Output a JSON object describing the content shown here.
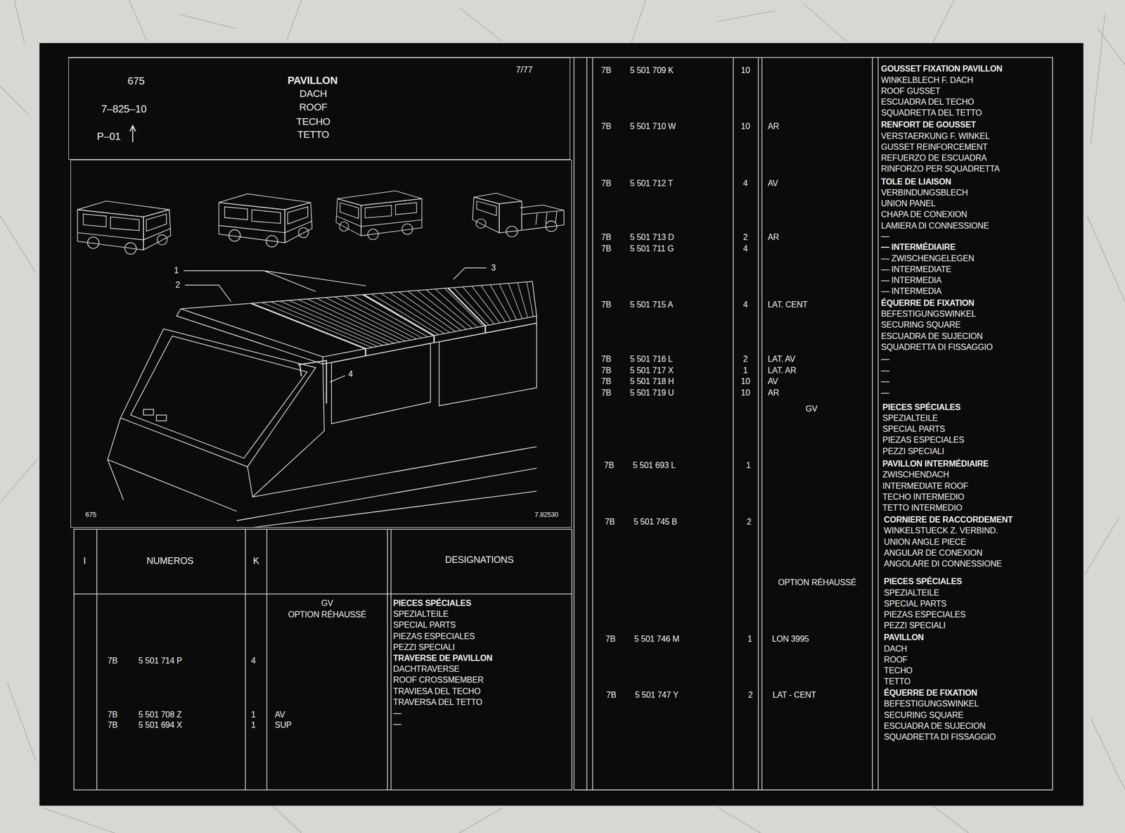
{
  "diagram": {
    "nodes": [
      {
        "text": [
          "675",
          "7–825–10",
          "P–01",
          "PAVILLON",
          "DACH",
          "ROOF",
          "TECHO",
          "TETTO",
          "7/77"
        ]
      },
      {
        "text": [
          "1",
          "2",
          "3",
          "4",
          "675",
          "7.82530"
        ]
      }
    ],
    "labels": [
      "I",
      "NUMEROS",
      "K",
      "DESIGNATIONS",
      "GV",
      "OPTION RÉHAUSSÉ",
      "PIECES SPÉCIALES",
      "SPEZIALTEILE",
      "SPECIAL PARTS",
      "PIEZAS ESPECIALES",
      "PEZZI SPECIALI",
      "TRAVERSE DE PAVILLON",
      "DACHTRAVERSE",
      "ROOF CROSSMEMBER",
      "TRAVIESA DEL TECHO",
      "TRAVERSA DEL TETTO",
      "—",
      "—",
      "7B",
      "5 501 714 P",
      "4",
      "7B",
      "5 501 708 Z",
      "1",
      "AV",
      "7B",
      "5 501 694 X",
      "1",
      "SUP",
      "7B",
      "5 501 709 K",
      "10",
      "GOUSSET FIXATION PAVILLON",
      "WINKELBLECH F. DACH",
      "ROOF GUSSET",
      "ESCUADRA DEL TECHO",
      "SQUADRETTA DEL TETTO",
      "7B",
      "5 501 710 W",
      "10",
      "AR",
      "RENFORT DE GOUSSET",
      "VERSTAERKUNG F. WINKEL",
      "GUSSET REINFORCEMENT",
      "REFUERZO DE ESCUADRA",
      "RINFORZO PER SQUADRETTA",
      "7B",
      "5 501 712 T",
      "4",
      "AV",
      "TOLE DE LIAISON",
      "VERBINDUNGSBLECH",
      "UNION PANEL",
      "CHAPA DE CONEXION",
      "LAMIERA DI CONNESSIONE",
      "7B",
      "5 501 713 D",
      "2",
      "AR",
      "7B",
      "5 501 711 G",
      "4",
      "—",
      "— INTERMÉDIAIRE",
      "— ZWISCHENGELEGEN",
      "— INTERMEDIATE",
      "— INTERMEDIA",
      "— INTERMEDIA",
      "7B",
      "5 501 715 A",
      "4",
      "LAT. CENT",
      "ÉQUERRE DE FIXATION",
      "BEFESTIGUNGSWINKEL",
      "SECURING SQUARE",
      "ESCUADRA DE SUJECION",
      "SQUADRETTA DI FISSAGGIO",
      "7B",
      "5 501 716 L",
      "2",
      "LAT. AV",
      "—",
      "7B",
      "5 501 717 X",
      "1",
      "LAT. AR",
      "—",
      "7B",
      "5 501 718 H",
      "10",
      "AV",
      "—",
      "7B",
      "5 501 719 U",
      "10",
      "AR",
      "—",
      "GV",
      "PIECES SPÉCIALES",
      "SPEZIALTEILE",
      "SPECIAL PARTS",
      "PIEZAS ESPECIALES",
      "PEZZI SPECIALI",
      "7B",
      "5 501 693 L",
      "1",
      "PAVILLON INTERMÉDIAIRE",
      "ZWISCHENDACH",
      "INTERMEDIATE ROOF",
      "TECHO INTERMEDIO",
      "TETTO INTERMEDIO",
      "7B",
      "5 501 745 B",
      "2",
      "CORNIERE DE RACCORDEMENT",
      "WINKELSTUECK Z. VERBIND.",
      "UNION ANGLE PIECE",
      "ANGULAR DE CONEXION",
      "ANGOLARE DI CONNESSIONE",
      "OPTION RÉHAUSSÉ",
      "PIECES SPÉCIALES",
      "SPEZIALTEILE",
      "SPECIAL PARTS",
      "PIEZAS ESPECIALES",
      "PEZZI SPECIALI",
      "7B",
      "5 501 746 M",
      "1",
      "LON 3995",
      "PAVILLON",
      "DACH",
      "ROOF",
      "TECHO",
      "TETTO",
      "7B",
      "5 501 747 Y",
      "2",
      "LAT - CENT",
      "ÉQUERRE DE FIXATION",
      "BEFESTIGUNGSWINKEL",
      "SECURING SQUARE",
      "ESCUADRA DE SUJECION",
      "SQUADRETTA DI FISSAGGIO"
    ]
  }
}
